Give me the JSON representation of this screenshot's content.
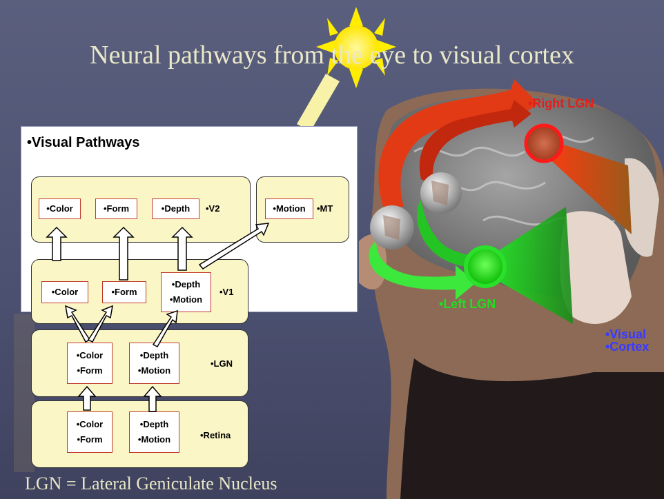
{
  "slide": {
    "title": "Neural pathways from the eye to visual cortex",
    "footer": "LGN = Lateral Geniculate Nucleus"
  },
  "diagram": {
    "heading": "•Visual Pathways",
    "v2": {
      "label": "•V2",
      "cells": [
        "•Color",
        "•Form",
        "•Depth"
      ]
    },
    "mt": {
      "label": "•MT",
      "cell": "•Motion"
    },
    "v1": {
      "label": "•V1",
      "cells": [
        "•Color",
        "•Form"
      ],
      "cell3": [
        "•Depth",
        "•Motion"
      ]
    },
    "lgn": {
      "label": "•LGN",
      "cell1": [
        "•Color",
        "•Form"
      ],
      "cell2": [
        "•Depth",
        "•Motion"
      ]
    },
    "retina": {
      "label": "•Retina",
      "cell1": [
        "•Color",
        "•Form"
      ],
      "cell2": [
        "•Depth",
        "•Motion"
      ]
    }
  },
  "brain_labels": {
    "right_lgn": "•Right LGN",
    "left_lgn": "•Left LGN",
    "visual": "•Visual",
    "cortex": "•Cortex"
  },
  "colors": {
    "background": "#51557a",
    "title_text": "#e9e8c8",
    "right_lgn": "#e0201c",
    "left_lgn": "#22dd22",
    "visual_cortex": "#3a3aff",
    "box_fill": "#fbf6c6",
    "cell_border": "#c0392b"
  }
}
